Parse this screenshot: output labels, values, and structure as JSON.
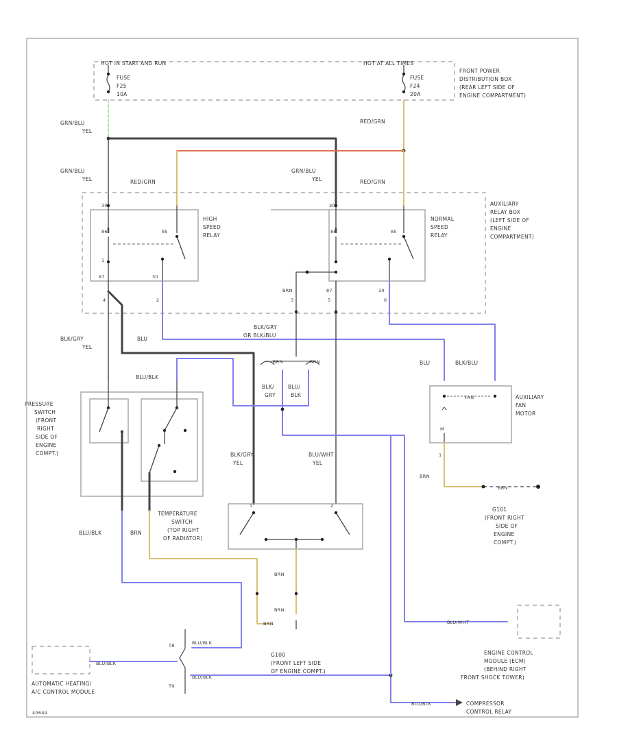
{
  "colors": {
    "blue": "#8080ee",
    "black": "#444444",
    "yellow": "#d8c070",
    "orange": "#e07050",
    "green": "#8fd88f",
    "component": "#9a9a9a"
  },
  "power": {
    "hot_left": "HOT IN START AND RUN",
    "hot_right": "HOT AT ALL TIMES",
    "fuse_left": [
      "FUSE",
      "F25",
      "10A"
    ],
    "fuse_right": [
      "FUSE",
      "F24",
      "20A"
    ],
    "box": [
      "FRONT POWER",
      "DISTRIBUTION BOX",
      "(REAR LEFT SIDE OF",
      "ENGINE COMPARTMENT)"
    ]
  },
  "wires": {
    "grn_yel_top": [
      "GRN/BLU",
      "YEL"
    ],
    "red_grn_top": "RED/GRN",
    "grn_yel_left": [
      "GRN/BLU",
      "YEL"
    ],
    "red_grn_left": "RED/GRN",
    "grn_yel_mid": [
      "GRN/BLU",
      "YEL"
    ],
    "red_grn_mid": "RED/GRN",
    "blk_gry_yel": [
      "BLK/GRY",
      "YEL"
    ],
    "blu": "BLU",
    "blk_gry_or_blk_blu": [
      "BLK/GRY",
      "OR BLK/BLU"
    ],
    "blu_left": "BLU",
    "blk_blu_right": "BLK/BLU",
    "blu_blk": "BLU/BLK",
    "blk_gry_left": "BLK/",
    "blk_gry_left2": "GRY",
    "blu_blk2": "BLU/",
    "blk_label": "BLK",
    "blk_gry_yel2": [
      "BLK/GRY",
      "YEL"
    ],
    "blu_wht_yel": [
      "BLU/WHT",
      "YEL"
    ],
    "blu_blk_low": "BLU/BLK",
    "brn_low": "BRN",
    "brn_center": "BRN",
    "brn_center2": "BRN",
    "brn_right": "BRN",
    "brn_right2": "BRN",
    "brn_g": "BRN",
    "blu_wht": "BLU/WHT",
    "blu_blk_ac": "BLU/BLK",
    "blu_blk_ac2": "BLU/BLK",
    "blu_blk_ac3": "BLU/BLK",
    "blu_blk_comp": "BLU/BLK"
  },
  "relays": {
    "high": [
      "HIGH",
      "SPEED",
      "RELAY"
    ],
    "normal": [
      "NORMAL",
      "SPEED",
      "RELAY"
    ],
    "box": [
      "AUXILIARY",
      "RELAY BOX",
      "(LEFT SIDE OF",
      "ENGINE",
      "COMPARTMENT)"
    ]
  },
  "pins": {
    "hi_30_top": "30",
    "hi_86": "86",
    "hi_86b": "85",
    "hi_87": "87",
    "hi_30": "30",
    "nr_30_top": "30",
    "nr_86": "86",
    "nr_85": "85",
    "nr_87": "87",
    "nr_30": "30",
    "pin_4": "4",
    "pin_2": "2",
    "pin_1": "1",
    "pin_3": "3",
    "pin_5": "5",
    "pin_6": "6",
    "pin_1b": "1",
    "pin_2b": "2",
    "pin_t8": "T8",
    "pin_t9": "T9"
  },
  "pressure_switch": [
    "PRESSURE",
    "SWITCH",
    "(FRONT",
    "RIGHT",
    "SIDE OF",
    "ENGINE",
    "COMPT.)"
  ],
  "temp_switch": [
    "TEMPERATURE",
    "SWITCH",
    "(TOP RIGHT",
    "OF RADIATOR)"
  ],
  "aux_fan": [
    "AUXILIARY",
    "FAN",
    "MOTOR"
  ],
  "ground_g101": [
    "G101",
    "(FRONT RIGHT",
    "SIDE OF",
    "ENGINE",
    "COMPT.)"
  ],
  "ground_g100": [
    "G100",
    "(FRONT LEFT SIDE",
    "OF ENGINE COMPT.)"
  ],
  "ecm": [
    "ENGINE CONTROL",
    "MODULE (ECM)",
    "(BEHIND RIGHT",
    "FRONT SHOCK TOWER)"
  ],
  "ac_module": [
    "AUTOMATIC HEATING/",
    "A/C CONTROL MODULE"
  ],
  "compressor": [
    "COMPRESSOR",
    "CONTROL RELAY"
  ],
  "fan_label": "FAN",
  "diagram_id": "40649"
}
